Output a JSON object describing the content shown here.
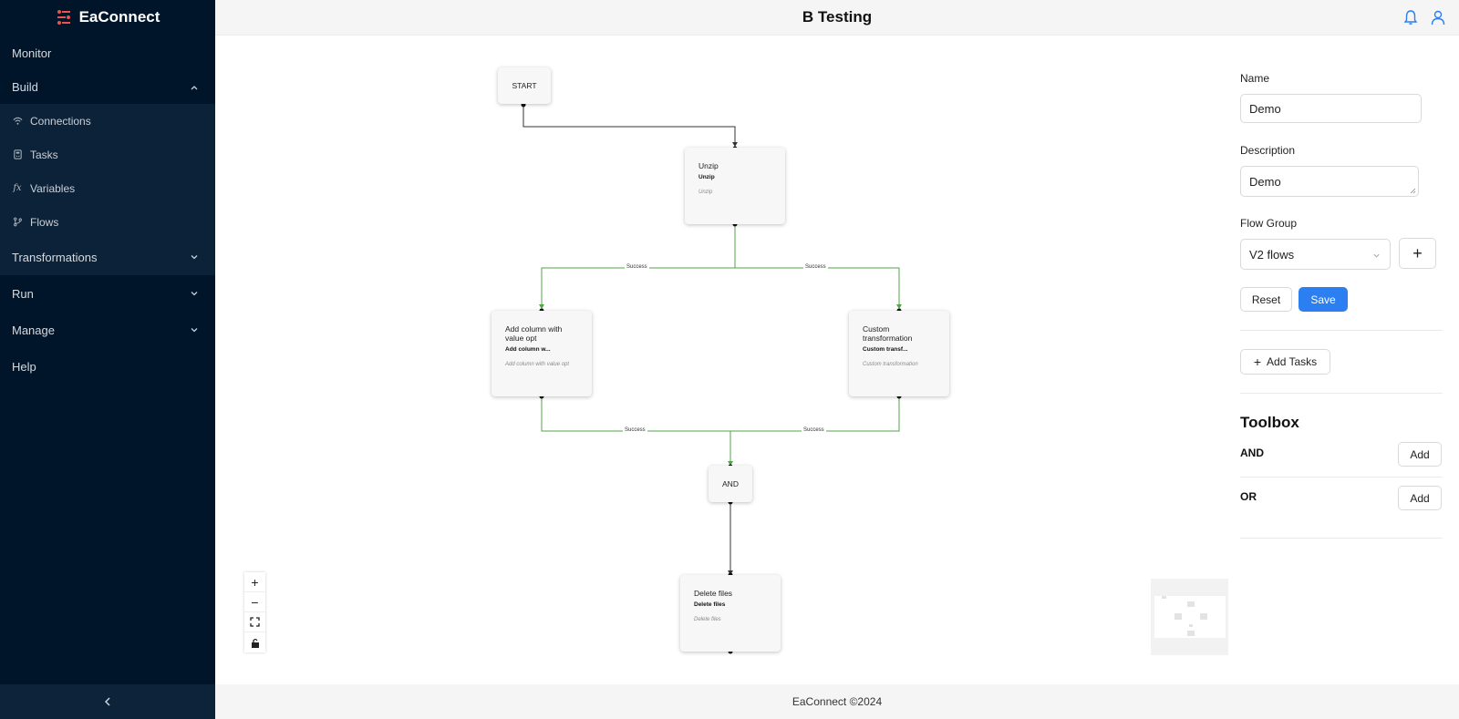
{
  "app": {
    "name": "EaConnect"
  },
  "header": {
    "title": "B Testing"
  },
  "sidebar": {
    "items": [
      {
        "label": "Monitor"
      },
      {
        "label": "Build"
      },
      {
        "label": "Transformations"
      },
      {
        "label": "Run"
      },
      {
        "label": "Manage"
      },
      {
        "label": "Help"
      }
    ],
    "build_submenu": [
      {
        "label": "Connections",
        "icon": "wifi-icon"
      },
      {
        "label": "Tasks",
        "icon": "calculator-icon"
      },
      {
        "label": "Variables",
        "icon": "function-icon"
      },
      {
        "label": "Flows",
        "icon": "branch-icon"
      }
    ]
  },
  "flow": {
    "start_label": "START",
    "and_label": "AND",
    "nodes": [
      {
        "title": "Unzip",
        "subtitle": "Unzip",
        "description": "Unzip"
      },
      {
        "title": "Add column with value opt",
        "subtitle": "Add column w...",
        "description": "Add column with value opt"
      },
      {
        "title": "Custom transformation",
        "subtitle": "Custom transf...",
        "description": "Custom transformation"
      },
      {
        "title": "Delete files",
        "subtitle": "Delete files",
        "description": "Delete files"
      }
    ],
    "edge_labels": [
      "Success",
      "Success",
      "Success",
      "Success"
    ],
    "success_color": "#52a447"
  },
  "panel": {
    "name_label": "Name",
    "name_value": "Demo",
    "description_label": "Description",
    "description_value": "Demo",
    "flow_group_label": "Flow Group",
    "flow_group_value": "V2 flows",
    "reset_label": "Reset",
    "save_label": "Save",
    "add_tasks_label": "Add Tasks",
    "toolbox_title": "Toolbox",
    "tools": [
      {
        "name": "AND",
        "button": "Add"
      },
      {
        "name": "OR",
        "button": "Add"
      }
    ]
  },
  "footer": {
    "text": "EaConnect ©2024"
  },
  "colors": {
    "sidebar_bg": "#001529",
    "primary": "#2b7ff0",
    "logo_accent": "#e8554e"
  }
}
